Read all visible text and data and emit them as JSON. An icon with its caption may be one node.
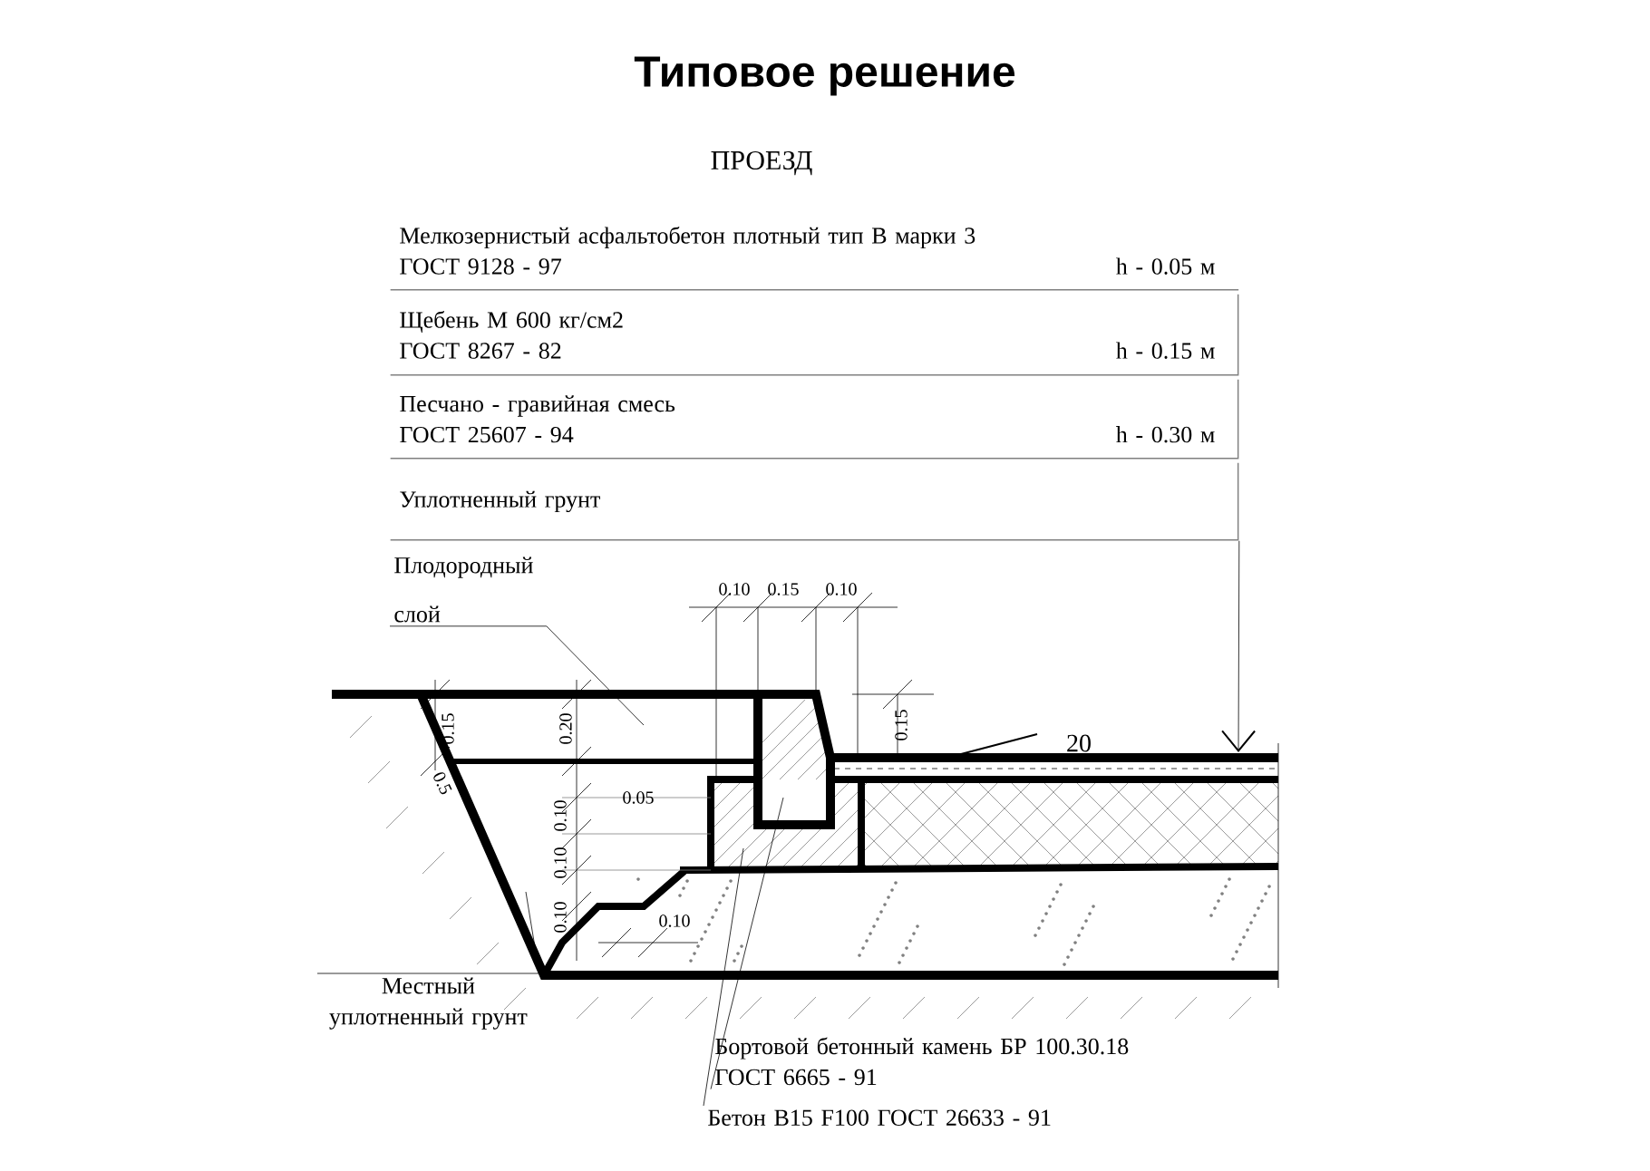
{
  "diagram": {
    "title": "Типовое решение",
    "nodes": [
      {
        "text": [
          "Мелкозернистый асфальтобетон плотный тип В марки 3",
          "ГОСТ 9128 - 97",
          "h - 0.05 м"
        ]
      },
      {
        "text": [
          "Щебень М 600  кг/см2",
          "ГОСТ 8267 - 82",
          "h - 0.15 м"
        ]
      },
      {
        "text": [
          "Песчано - гравийная смесь",
          "ГОСТ 25607 - 94",
          "h - 0.30 м"
        ]
      },
      {
        "text": [
          "Уплотненный грунт"
        ]
      },
      {
        "text": [
          "Плодородный слой"
        ]
      },
      {
        "text": [
          "Местный уплотненный грунт"
        ]
      },
      {
        "text": [
          "Бортовой бетонный камень БР 100.30.18",
          "ГОСТ 6665 - 91"
        ]
      },
      {
        "text": [
          "Бетон B15  F100 ГОСТ 26633 - 91"
        ]
      }
    ],
    "edges": [
      {
        "from": 3,
        "to": null,
        "arrow": "to"
      },
      {
        "from": 4,
        "to": null,
        "arrow": "none"
      },
      {
        "from": 5,
        "to": null,
        "arrow": "none"
      },
      {
        "from": 6,
        "to": null,
        "arrow": "none"
      },
      {
        "from": 7,
        "to": null,
        "arrow": "none"
      }
    ],
    "labels": [
      "ПРОЕЗД",
      "0.10",
      "0.15",
      "0.10",
      "0.15",
      "20",
      "0.15",
      "0.20",
      "0.5",
      "0.05",
      "0.10",
      "0.10",
      "0.10",
      "0.10"
    ]
  }
}
